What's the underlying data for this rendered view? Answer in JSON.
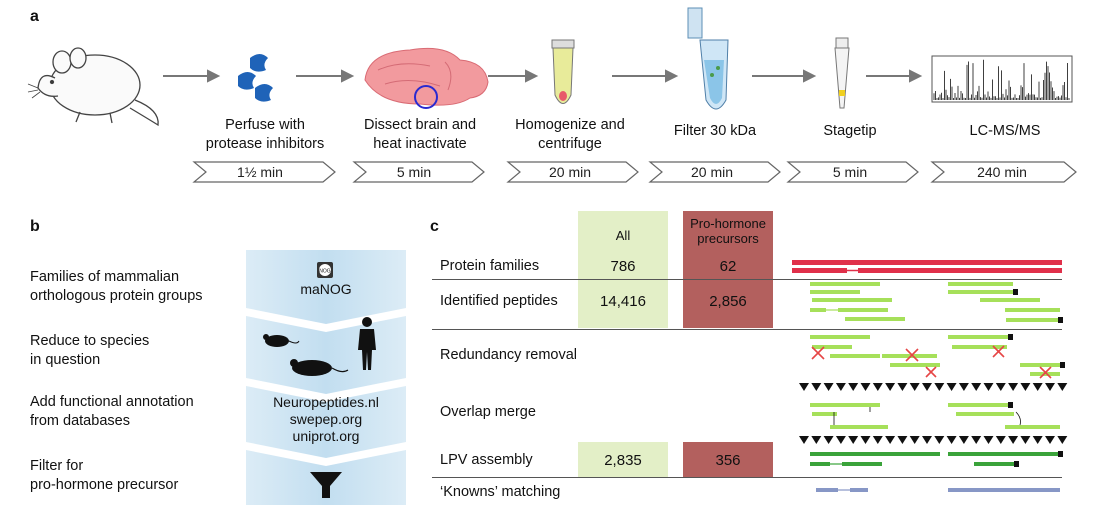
{
  "panel_a": {
    "letter": "a",
    "steps": [
      {
        "label": "",
        "time": ""
      },
      {
        "label": "Perfuse with\nprotease inhibitors",
        "time": "1½ min"
      },
      {
        "label": "Dissect brain and\nheat inactivate",
        "time": "5 min"
      },
      {
        "label": "Homogenize and\ncentrifuge",
        "time": "20 min"
      },
      {
        "label": "Filter 30 kDa",
        "time": "20 min"
      },
      {
        "label": "Stagetip",
        "time": "5 min"
      },
      {
        "label": "LC-MS/MS",
        "time": "240 min"
      }
    ]
  },
  "panel_b": {
    "letter": "b",
    "steps": [
      "Families of mammalian\northologous protein groups",
      "Reduce to species\nin question",
      "Add functional annotation\nfrom databases",
      "Filter for\npro-hormone precursor"
    ],
    "nog_badge": "NOG",
    "nog_label": "maNOG",
    "databases": [
      "Neuropeptides.nl",
      "swepep.org",
      "uniprot.org"
    ]
  },
  "panel_c": {
    "letter": "c",
    "col_all": "All",
    "col_pro": "Pro-hormone\nprecursors",
    "rows": [
      {
        "label": "Protein families",
        "all": "786",
        "pro": "62"
      },
      {
        "label": "Identified peptides",
        "all": "14,416",
        "pro": "2,856"
      },
      {
        "label": "Redundancy removal",
        "all": "",
        "pro": ""
      },
      {
        "label": "Overlap merge",
        "all": "",
        "pro": ""
      },
      {
        "label": "LPV assembly",
        "all": "2,835",
        "pro": "356"
      },
      {
        "label": "‘Knowns’ matching",
        "all": "",
        "pro": ""
      }
    ],
    "colors": {
      "all_bg": "#e3efc7",
      "pro_bg": "#b3605e",
      "red": "#e0304a",
      "green_light": "#a6e05a",
      "green_dark": "#3aa33a",
      "blue": "#8797c6"
    }
  }
}
